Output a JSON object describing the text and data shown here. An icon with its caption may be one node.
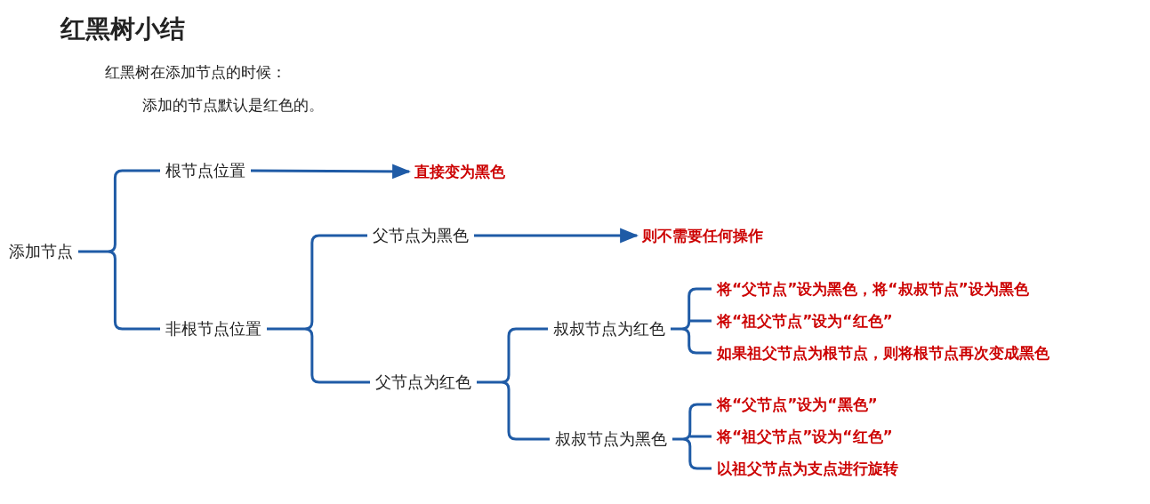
{
  "diagram": {
    "title": "红黑树小结",
    "nodes": [
      {
        "text": [
          "添加节点"
        ]
      },
      {
        "text": [
          "根节点位置"
        ]
      },
      {
        "text": [
          "直接变为黑色"
        ]
      },
      {
        "text": [
          "非根节点位置"
        ]
      },
      {
        "text": [
          "父节点为黑色"
        ]
      },
      {
        "text": [
          "则不需要任何操作"
        ]
      },
      {
        "text": [
          "父节点为红色"
        ]
      },
      {
        "text": [
          "叔叔节点为红色"
        ]
      },
      {
        "text": [
          "将“父节点”设为黑色，将“叔叔节点”设为黑色"
        ]
      },
      {
        "text": [
          "将“祖父节点”设为“红色”"
        ]
      },
      {
        "text": [
          "如果祖父节点为根节点，则将根节点再次变成黑色"
        ]
      },
      {
        "text": [
          "叔叔节点为黑色"
        ]
      },
      {
        "text": [
          "将“父节点”设为“黑色”"
        ]
      },
      {
        "text": [
          "将“祖父节点”设为“红色”"
        ]
      },
      {
        "text": [
          "以祖父节点为支点进行旋转"
        ]
      }
    ],
    "edges": [
      {
        "from": 0,
        "to": 1,
        "arrow": "none"
      },
      {
        "from": 0,
        "to": 3,
        "arrow": "none"
      },
      {
        "from": 1,
        "to": 2,
        "arrow": "to"
      },
      {
        "from": 3,
        "to": 4,
        "arrow": "none"
      },
      {
        "from": 3,
        "to": 6,
        "arrow": "none"
      },
      {
        "from": 4,
        "to": 5,
        "arrow": "to"
      },
      {
        "from": 6,
        "to": 7,
        "arrow": "none"
      },
      {
        "from": 6,
        "to": 11,
        "arrow": "none"
      },
      {
        "from": 7,
        "to": 8,
        "arrow": "none"
      },
      {
        "from": 7,
        "to": 9,
        "arrow": "none"
      },
      {
        "from": 7,
        "to": 10,
        "arrow": "none"
      },
      {
        "from": 11,
        "to": 12,
        "arrow": "none"
      },
      {
        "from": 11,
        "to": 13,
        "arrow": "none"
      },
      {
        "from": 11,
        "to": 14,
        "arrow": "none"
      }
    ],
    "labels": [
      "红黑树在添加节点的时候：",
      "添加的节点默认是红色的。"
    ]
  }
}
